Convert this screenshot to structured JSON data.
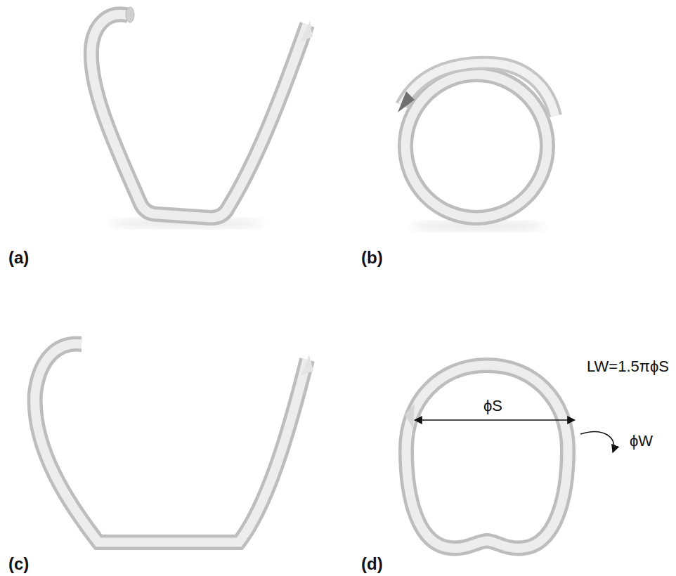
{
  "diagram": {
    "labels": [
      "(a)",
      "(b)",
      "(c)",
      "(d)",
      "LW=1.5πϕS",
      "ϕS",
      "ϕW"
    ]
  }
}
